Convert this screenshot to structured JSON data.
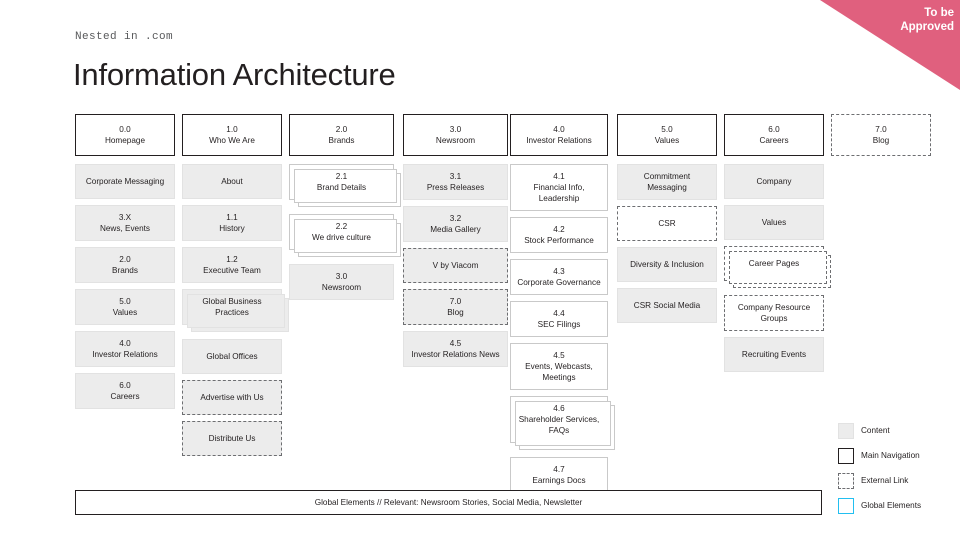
{
  "ribbon": {
    "line1": "To be",
    "line2": "Approved",
    "color": "#e0607e"
  },
  "header": {
    "kicker": "Nested in .com",
    "title": "Information Architecture"
  },
  "legend": {
    "items": [
      {
        "label": "Content",
        "style": "content",
        "color": "#ececec"
      },
      {
        "label": "Main Navigation",
        "style": "main",
        "color": "#231f20"
      },
      {
        "label": "External Link",
        "style": "external",
        "color": "#6d6e71"
      },
      {
        "label": "Global Elements",
        "style": "global",
        "color": "#22bff0"
      }
    ]
  },
  "global_bar": {
    "label": "Global Elements // Relevant: Newsroom Stories, Social Media, Newsletter"
  },
  "columns": [
    {
      "id": "col-homepage",
      "header": {
        "num": "0.0",
        "label": "Homepage",
        "style": "main"
      },
      "nodes": [
        {
          "num": "",
          "label": "Corporate Messaging",
          "style": "content"
        },
        {
          "num": "3.X",
          "label": "News, Events",
          "style": "content"
        },
        {
          "num": "2.0",
          "label": "Brands",
          "style": "content"
        },
        {
          "num": "5.0",
          "label": "Values",
          "style": "content"
        },
        {
          "num": "4.0",
          "label": "Investor Relations",
          "style": "content"
        },
        {
          "num": "6.0",
          "label": "Careers",
          "style": "content"
        }
      ]
    },
    {
      "id": "col-who-we-are",
      "header": {
        "num": "1.0",
        "label": "Who We Are",
        "style": "main"
      },
      "nodes": [
        {
          "num": "",
          "label": "About",
          "style": "content"
        },
        {
          "num": "1.1",
          "label": "History",
          "style": "content"
        },
        {
          "num": "1.2",
          "label": "Executive Team",
          "style": "content"
        },
        {
          "num": "",
          "label": "Global Business Practices",
          "style": "content",
          "stack": true
        },
        {
          "num": "",
          "label": "Global Offices",
          "style": "content"
        },
        {
          "num": "",
          "label": "Advertise with Us",
          "style": "content external"
        },
        {
          "num": "",
          "label": "Distribute Us",
          "style": "content external"
        }
      ]
    },
    {
      "id": "col-brands",
      "header": {
        "num": "2.0",
        "label": "Brands",
        "style": "main"
      },
      "nodes": [
        {
          "num": "2.1",
          "label": "Brand Details",
          "style": "plain",
          "stack": true
        },
        {
          "num": "2.2",
          "label": "We drive culture",
          "style": "plain",
          "stack": true
        },
        {
          "num": "3.0",
          "label": "Newsroom",
          "style": "content"
        }
      ]
    },
    {
      "id": "col-newsroom",
      "header": {
        "num": "3.0",
        "label": "Newsroom",
        "style": "main"
      },
      "nodes": [
        {
          "num": "3.1",
          "label": "Press Releases",
          "style": "content"
        },
        {
          "num": "3.2",
          "label": "Media Gallery",
          "style": "content"
        },
        {
          "num": "",
          "label": "V by Viacom",
          "style": "content external"
        },
        {
          "num": "7.0",
          "label": "Blog",
          "style": "content external"
        },
        {
          "num": "4.5",
          "label": "Investor Relations News",
          "style": "content"
        }
      ]
    },
    {
      "id": "col-investor-relations",
      "header": {
        "num": "4.0",
        "label": "Investor Relations",
        "style": "main"
      },
      "nodes": [
        {
          "num": "4.1",
          "label": "Financial Info, Leadership",
          "style": "plain"
        },
        {
          "num": "4.2",
          "label": "Stock Performance",
          "style": "plain"
        },
        {
          "num": "4.3",
          "label": "Corporate Governance",
          "style": "plain"
        },
        {
          "num": "4.4",
          "label": "SEC Filings",
          "style": "plain"
        },
        {
          "num": "4.5",
          "label": "Events, Webcasts, Meetings",
          "style": "plain"
        },
        {
          "num": "4.6",
          "label": "Shareholder Services, FAQs",
          "style": "plain",
          "stack": true
        },
        {
          "num": "4.7",
          "label": "Earnings Docs",
          "style": "plain"
        }
      ]
    },
    {
      "id": "col-values",
      "header": {
        "num": "5.0",
        "label": "Values",
        "style": "main"
      },
      "nodes": [
        {
          "num": "",
          "label": "Commitment Messaging",
          "style": "content"
        },
        {
          "num": "",
          "label": "CSR",
          "style": "external"
        },
        {
          "num": "",
          "label": "Diversity & Inclusion",
          "style": "content"
        },
        {
          "num": "",
          "label": "CSR Social Media",
          "style": "content"
        }
      ]
    },
    {
      "id": "col-careers",
      "header": {
        "num": "6.0",
        "label": "Careers",
        "style": "main"
      },
      "nodes": [
        {
          "num": "",
          "label": "Company",
          "style": "content"
        },
        {
          "num": "",
          "label": "Values",
          "style": "content"
        },
        {
          "num": "",
          "label": "Career Pages",
          "style": "external",
          "stack": true
        },
        {
          "num": "",
          "label": "Company Resource Groups",
          "style": "external"
        },
        {
          "num": "",
          "label": "Recruiting Events",
          "style": "content"
        }
      ]
    },
    {
      "id": "col-blog",
      "header": {
        "num": "7.0",
        "label": "Blog",
        "style": "main external"
      },
      "nodes": []
    }
  ]
}
